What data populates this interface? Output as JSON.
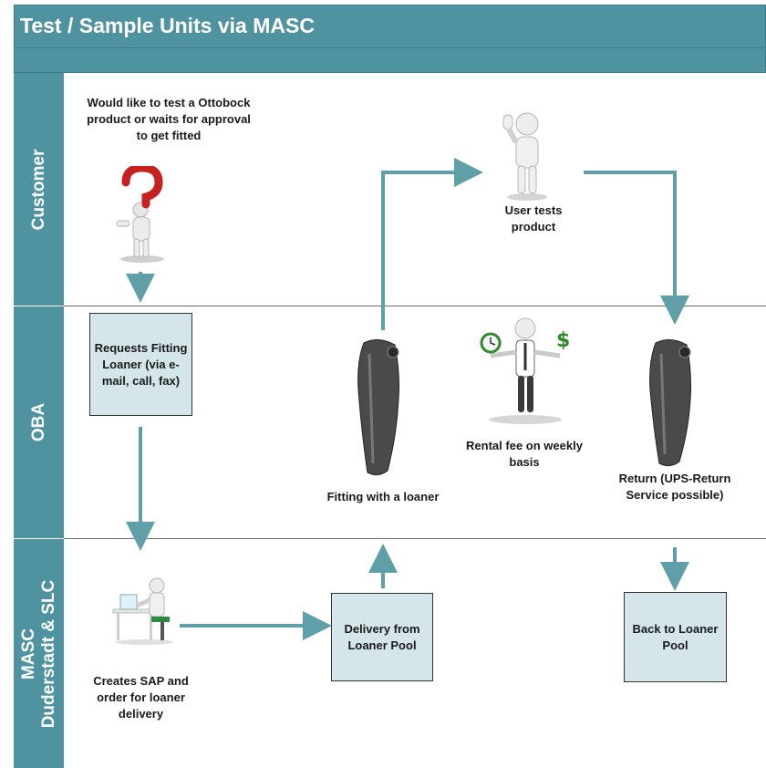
{
  "title": "Test / Sample Units via MASC",
  "lanes": {
    "customer": "Customer",
    "oba": "OBA",
    "masc_line1": "MASC",
    "masc_line2": "Duderstadt & SLC"
  },
  "steps": {
    "would_like": "Would like to test a Ottobock product or waits for approval to get fitted",
    "user_tests": "User tests product",
    "requests": "Requests Fitting Loaner (via e-mail, call, fax)",
    "fitting": "Fitting with a loaner",
    "rental": "Rental fee on weekly basis",
    "return": "Return (UPS-Return Service possible)",
    "creates_sap": "Creates SAP and order for loaner delivery",
    "delivery": "Delivery from Loaner Pool",
    "back": "Back to Loaner Pool"
  },
  "icons": {
    "question": "question-mark-person-icon",
    "thumbs_up": "thumbs-up-person-icon",
    "scale": "time-money-balance-icon",
    "desk": "person-at-desk-icon",
    "prosthesis": "prosthetic-socket-icon"
  },
  "colors": {
    "header": "#4f93a1",
    "arrow": "#5e9fa8",
    "box_fill": "#d4e6ea"
  }
}
